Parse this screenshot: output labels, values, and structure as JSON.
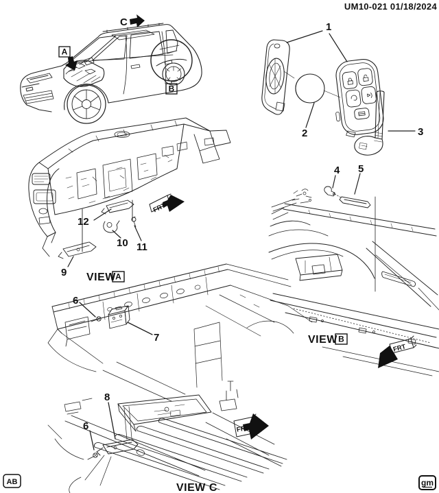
{
  "header": {
    "doc_id": "UM10-021 01/18/2024"
  },
  "overview": {
    "marker_c": "C",
    "marker_a": "A",
    "marker_b": "B"
  },
  "exploded_fob": {
    "callout_housing": "1",
    "callout_battery": "2",
    "callout_key_blade": "3"
  },
  "view_a": {
    "view_word": "VIEW",
    "marker": "A",
    "frt_label": "FRT",
    "callout_9": "9",
    "callout_10": "10",
    "callout_11": "11",
    "callout_12": "12"
  },
  "view_b": {
    "view_word": "VIEW",
    "marker": "B",
    "frt_label": "FRT",
    "callout_4": "4",
    "callout_5": "5"
  },
  "view_c": {
    "view_label": "VIEW C",
    "frt_label": "FRT",
    "callout_6_upper": "6",
    "callout_7": "7",
    "callout_8": "8",
    "callout_6_lower": "6"
  },
  "footer": {
    "revision_code": "AB",
    "gm_logo": "gm"
  },
  "colors": {
    "line": "#1f1f1f",
    "background": "#ffffff"
  }
}
